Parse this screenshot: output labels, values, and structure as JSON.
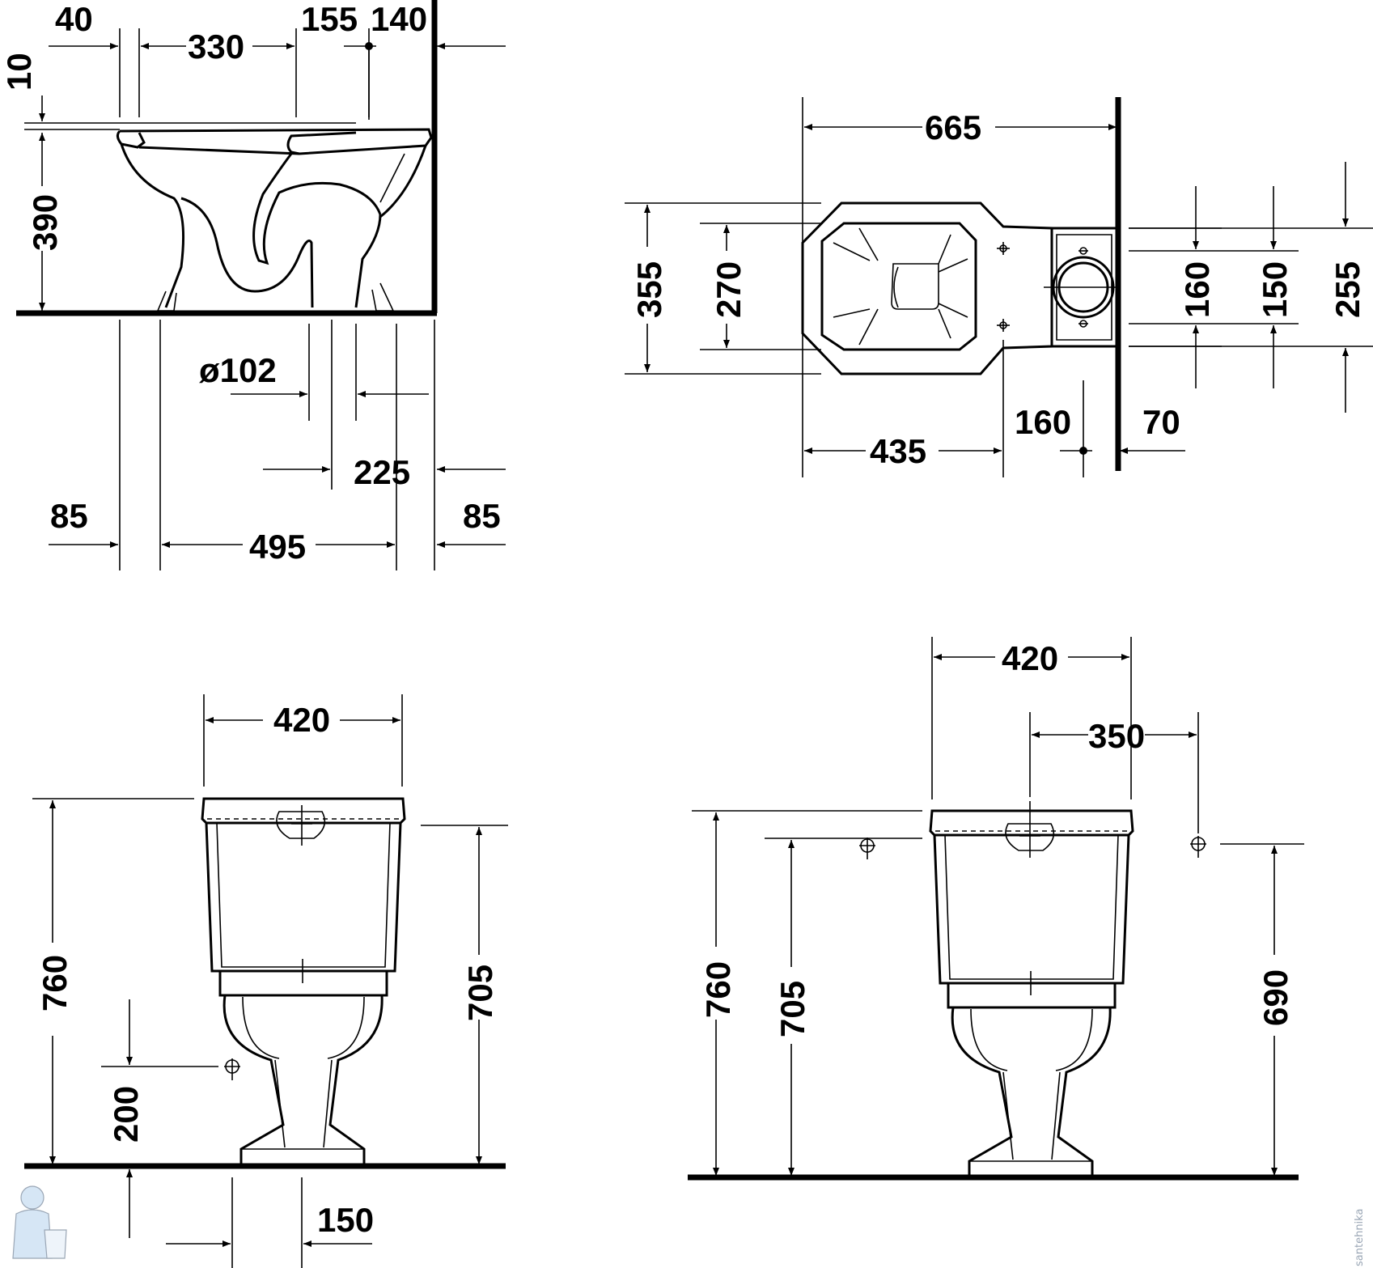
{
  "dimensions": {
    "side_view": {
      "d40": "40",
      "d330": "330",
      "d155": "155",
      "d140": "140",
      "d10": "10",
      "d390": "390",
      "d102": "ø102",
      "d225": "225",
      "d85_left": "85",
      "d495": "495",
      "d85_right": "85"
    },
    "top_view": {
      "d665": "665",
      "d355": "355",
      "d270": "270",
      "d160_v": "160",
      "d150_v": "150",
      "d255": "255",
      "d435": "435",
      "d160_h": "160",
      "d70": "70"
    },
    "front_view": {
      "d420": "420",
      "d760": "760",
      "d705": "705",
      "d200": "200",
      "d150": "150"
    },
    "rear_view": {
      "d420": "420",
      "d350": "350",
      "d760": "760",
      "d705": "705",
      "d690": "690"
    }
  },
  "watermark": "santehnika",
  "colors": {
    "line": "#000000",
    "background": "#ffffff",
    "watermark": "#9aa6b5"
  }
}
